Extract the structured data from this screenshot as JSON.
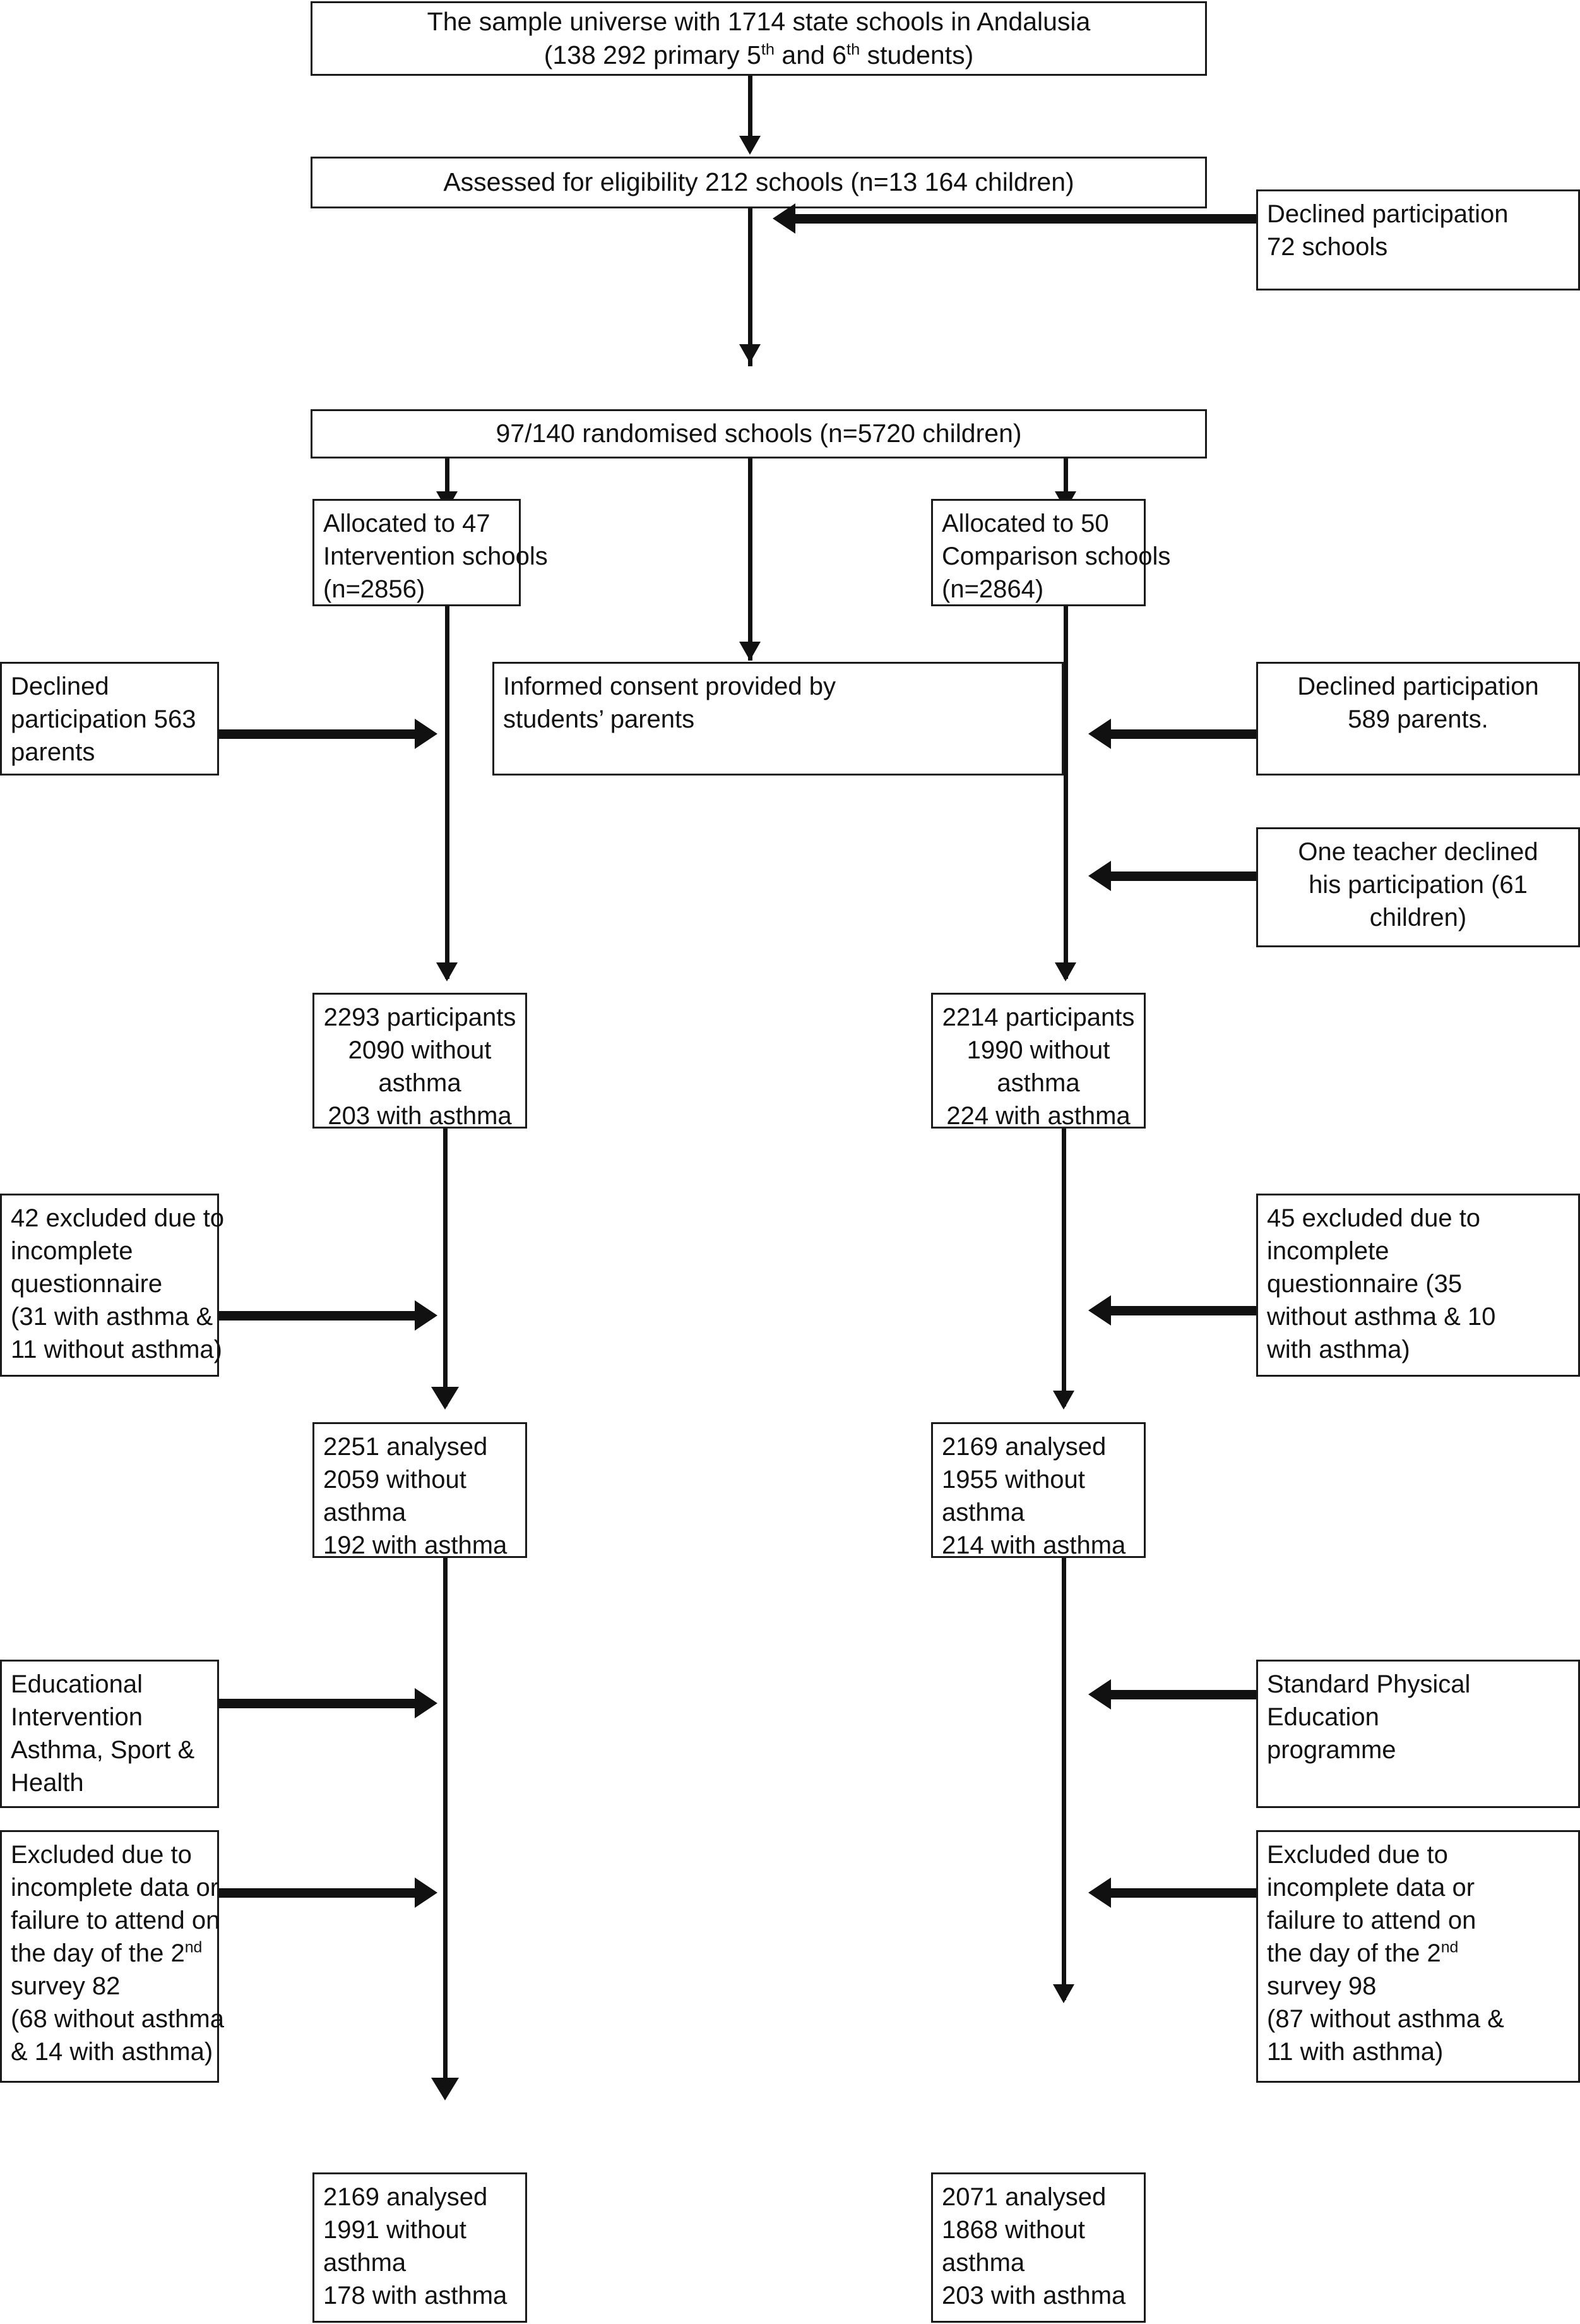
{
  "diagram": {
    "title": "CONSORT participant flow diagram",
    "accent_color": "#111111",
    "background_color": "#ffffff",
    "border_color": "#1a1a1a"
  },
  "nodes": {
    "sample_universe": {
      "line1": "The sample universe with 1714 state schools in Andalusia",
      "line2_a": "(138 292 primary 5",
      "line2_sup1": "th",
      "line2_b": " and 6",
      "line2_sup2": "th",
      "line2_c": " students)"
    },
    "assessed": {
      "line1": "Assessed for eligibility 212 schools (n=13 164 children)"
    },
    "declined_schools": {
      "line1": "Declined participation",
      "line2": "72  schools"
    },
    "randomised": {
      "line1": "97/140 randomised schools (n=5720 children)"
    },
    "allocated_intervention": {
      "line1": "Allocated to 47",
      "line2": "Intervention schools",
      "line3": "(n=2856)"
    },
    "allocated_comparison": {
      "line1": "Allocated to 50",
      "line2": "Comparison schools",
      "line3": "(n=2864)"
    },
    "declined_parents_left": {
      "line1": "Declined",
      "line2": "participation 563",
      "line3": "parents"
    },
    "informed_consent": {
      "line1": "Informed consent provided by",
      "line2": "students’ parents"
    },
    "declined_parents_right": {
      "line1": "Declined participation",
      "line2": "589 parents."
    },
    "teacher_declined": {
      "line1": "One teacher declined",
      "line2": "his participation (61",
      "line3": "children)"
    },
    "participants_left": {
      "line1": "2293 participants",
      "line2": "2090 without",
      "line3": "asthma",
      "line4": "203 with asthma"
    },
    "participants_right": {
      "line1": "2214 participants",
      "line2": "1990 without",
      "line3": "asthma",
      "line4": "224 with asthma"
    },
    "excluded_q_left": {
      "line1": "42 excluded due to",
      "line2": "incomplete",
      "line3": "questionnaire",
      "line4": "(31 with asthma &",
      "line5": "11 without asthma)"
    },
    "excluded_q_right": {
      "line1": "45 excluded due to",
      "line2": "incomplete",
      "line3": "questionnaire (35",
      "line4": "without asthma & 10",
      "line5": "with asthma)"
    },
    "analysed1_left": {
      "line1": " 2251 analysed",
      "line2": "2059 without",
      "line3": "asthma",
      "line4": "192 with asthma"
    },
    "analysed1_right": {
      "line1": "2169 analysed",
      "line2": "1955 without",
      "line3": "asthma",
      "line4": "214 with asthma"
    },
    "educational_intervention": {
      "line1": "Educational",
      "line2": "Intervention",
      "line3": "Asthma, Sport &",
      "line4": "Health"
    },
    "standard_pe": {
      "line1": "Standard Physical",
      "line2": "Education",
      "line3": "programme"
    },
    "excluded_survey_left": {
      "line1": "Excluded due to",
      "line2": "incomplete data or",
      "line3": "failure to attend on",
      "line4_a": "the day of the 2",
      "line4_sup": "nd",
      "line5": "survey 82",
      "line6": "(68 without asthma",
      "line7": "& 14 with asthma)"
    },
    "excluded_survey_right": {
      "line1": "Excluded due to",
      "line2": "incomplete data or",
      "line3": "failure to attend on",
      "line4_a": "the day of the 2",
      "line4_sup": "nd",
      "line5": "survey 98",
      "line6": "(87 without asthma &",
      "line7": "11 with asthma)"
    },
    "analysed2_left": {
      "line1": "2169 analysed",
      "line2": "1991 without",
      "line3": "asthma",
      "line4": "178 with asthma"
    },
    "analysed2_right": {
      "line1": "2071 analysed",
      "line2": "1868 without",
      "line3": "asthma",
      "line4": "203 with asthma"
    }
  },
  "flow_data": {
    "type": "flowchart",
    "orientation": "top-down",
    "counts": {
      "universe_schools": 1714,
      "universe_students": 138292,
      "assessed_schools": 212,
      "assessed_children": 13164,
      "declined_schools": 72,
      "randomised_schools_label": "97/140",
      "randomised_children": 5720,
      "intervention_schools": 47,
      "intervention_children": 2856,
      "comparison_schools": 50,
      "comparison_children": 2864,
      "declined_parents_intervention": 563,
      "declined_parents_comparison": 589,
      "teacher_declined_children": 61,
      "participants_intervention": 2293,
      "participants_intervention_without_asthma": 2090,
      "participants_intervention_with_asthma": 203,
      "participants_comparison": 2214,
      "participants_comparison_without_asthma": 1990,
      "participants_comparison_with_asthma": 224,
      "excluded_q_intervention": 42,
      "excluded_q_intervention_with_asthma": 31,
      "excluded_q_intervention_without_asthma": 11,
      "excluded_q_comparison": 45,
      "excluded_q_comparison_without_asthma": 35,
      "excluded_q_comparison_with_asthma": 10,
      "analysed1_intervention": 2251,
      "analysed1_intervention_without_asthma": 2059,
      "analysed1_intervention_with_asthma": 192,
      "analysed1_comparison": 2169,
      "analysed1_comparison_without_asthma": 1955,
      "analysed1_comparison_with_asthma": 214,
      "excluded_survey_intervention": 82,
      "excluded_survey_intervention_without_asthma": 68,
      "excluded_survey_intervention_with_asthma": 14,
      "excluded_survey_comparison": 98,
      "excluded_survey_comparison_without_asthma": 87,
      "excluded_survey_comparison_with_asthma": 11,
      "analysed2_intervention": 2169,
      "analysed2_intervention_without_asthma": 1991,
      "analysed2_intervention_with_asthma": 178,
      "analysed2_comparison": 2071,
      "analysed2_comparison_without_asthma": 1868,
      "analysed2_comparison_with_asthma": 203
    }
  }
}
